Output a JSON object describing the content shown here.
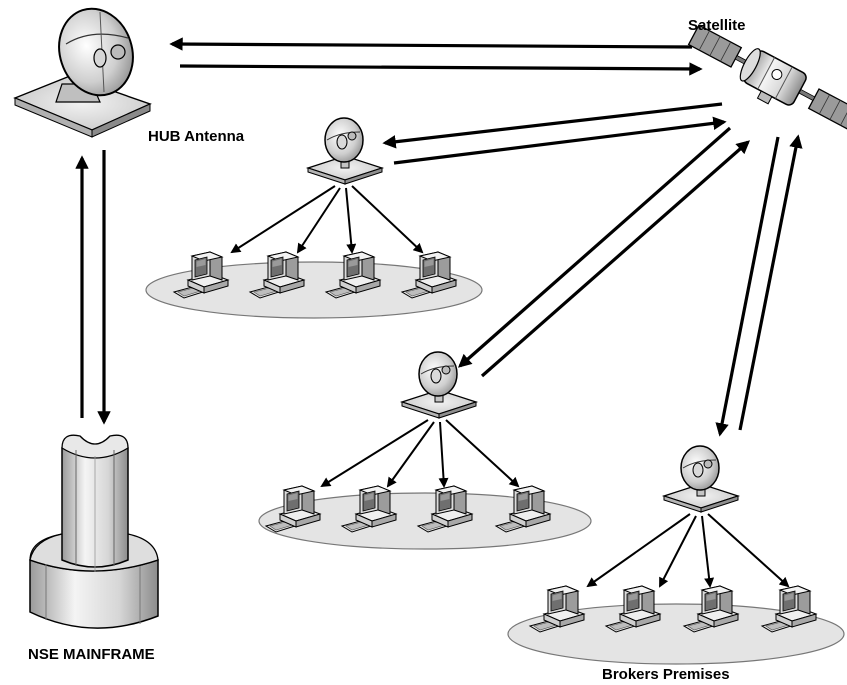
{
  "labels": {
    "satellite": "Satellite",
    "hub_antenna": "HUB Antenna",
    "mainframe": "NSE MAINFRAME",
    "brokers": "Brokers Premises"
  },
  "nodes": {
    "satellite": {
      "icon": "satellite-icon"
    },
    "hub": {
      "icon": "satellite-dish-icon"
    },
    "mainframe": {
      "icon": "mainframe-tower-icon"
    },
    "vsat_dish": {
      "icon": "vsat-dish-icon"
    },
    "workstation": {
      "icon": "computer-workstation-icon"
    }
  },
  "groups": [
    {
      "id": "vsat-group-1",
      "computers": 4
    },
    {
      "id": "vsat-group-2",
      "computers": 4
    },
    {
      "id": "vsat-group-3",
      "computers": 4
    }
  ],
  "links": [
    {
      "from": "satellite",
      "to": "hub_antenna"
    },
    {
      "from": "hub_antenna",
      "to": "satellite"
    },
    {
      "from": "satellite",
      "to": "vsat-group-1"
    },
    {
      "from": "vsat-group-1",
      "to": "satellite"
    },
    {
      "from": "satellite",
      "to": "vsat-group-2"
    },
    {
      "from": "vsat-group-2",
      "to": "satellite"
    },
    {
      "from": "satellite",
      "to": "vsat-group-3"
    },
    {
      "from": "vsat-group-3",
      "to": "satellite"
    },
    {
      "from": "hub_antenna",
      "to": "mainframe"
    },
    {
      "from": "mainframe",
      "to": "hub_antenna"
    }
  ],
  "colors": {
    "stroke": "#000000",
    "gray_light": "#e6e6e6",
    "gray_mid": "#bdbdbd",
    "gray_dark": "#8c8c8c"
  }
}
